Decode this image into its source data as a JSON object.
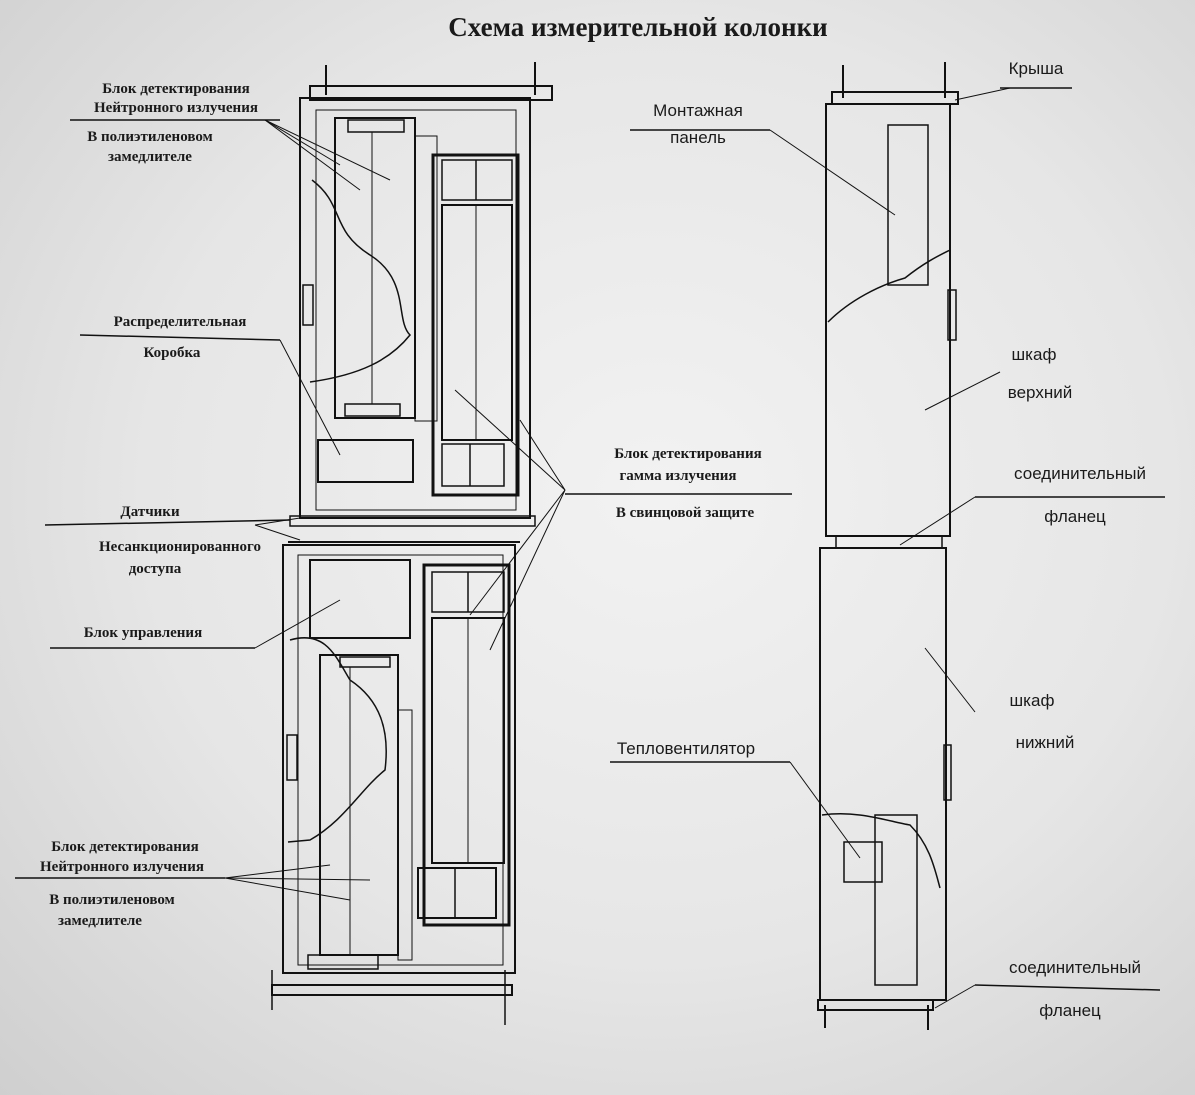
{
  "title": "Схема  измерительной колонки",
  "left_labels": {
    "neutron_top_1": "Блок детектирования",
    "neutron_top_2": "Нейтронного излучения",
    "neutron_top_3": "В полиэтиленовом",
    "neutron_top_4": "замедлителе",
    "distrib_1": "Распределительная",
    "distrib_2": "Коробка",
    "sensors_1": "Датчики",
    "sensors_2": "Несанкционированного",
    "sensors_3": "доступа",
    "control": "Блок управления",
    "neutron_bot_1": "Блок детектирования",
    "neutron_bot_2": "Нейтронного излучения",
    "neutron_bot_3": "В полиэтиленовом",
    "neutron_bot_4": "замедлителе"
  },
  "middle_labels": {
    "gamma_1": "Блок детектирования",
    "gamma_2": "гамма излучения",
    "gamma_3": "В свинцовой защите"
  },
  "right_labels": {
    "roof": "Крыша",
    "panel_1": "Монтажная",
    "panel_2": "панель",
    "upper_1": "шкаф",
    "upper_2": "верхний",
    "flange_top_1": "соединительный",
    "flange_top_2": "фланец",
    "lower_1": "шкаф",
    "lower_2": "нижний",
    "heater": "Тепловентилятор",
    "flange_bot_1": "соединительный",
    "flange_bot_2": "фланец"
  }
}
